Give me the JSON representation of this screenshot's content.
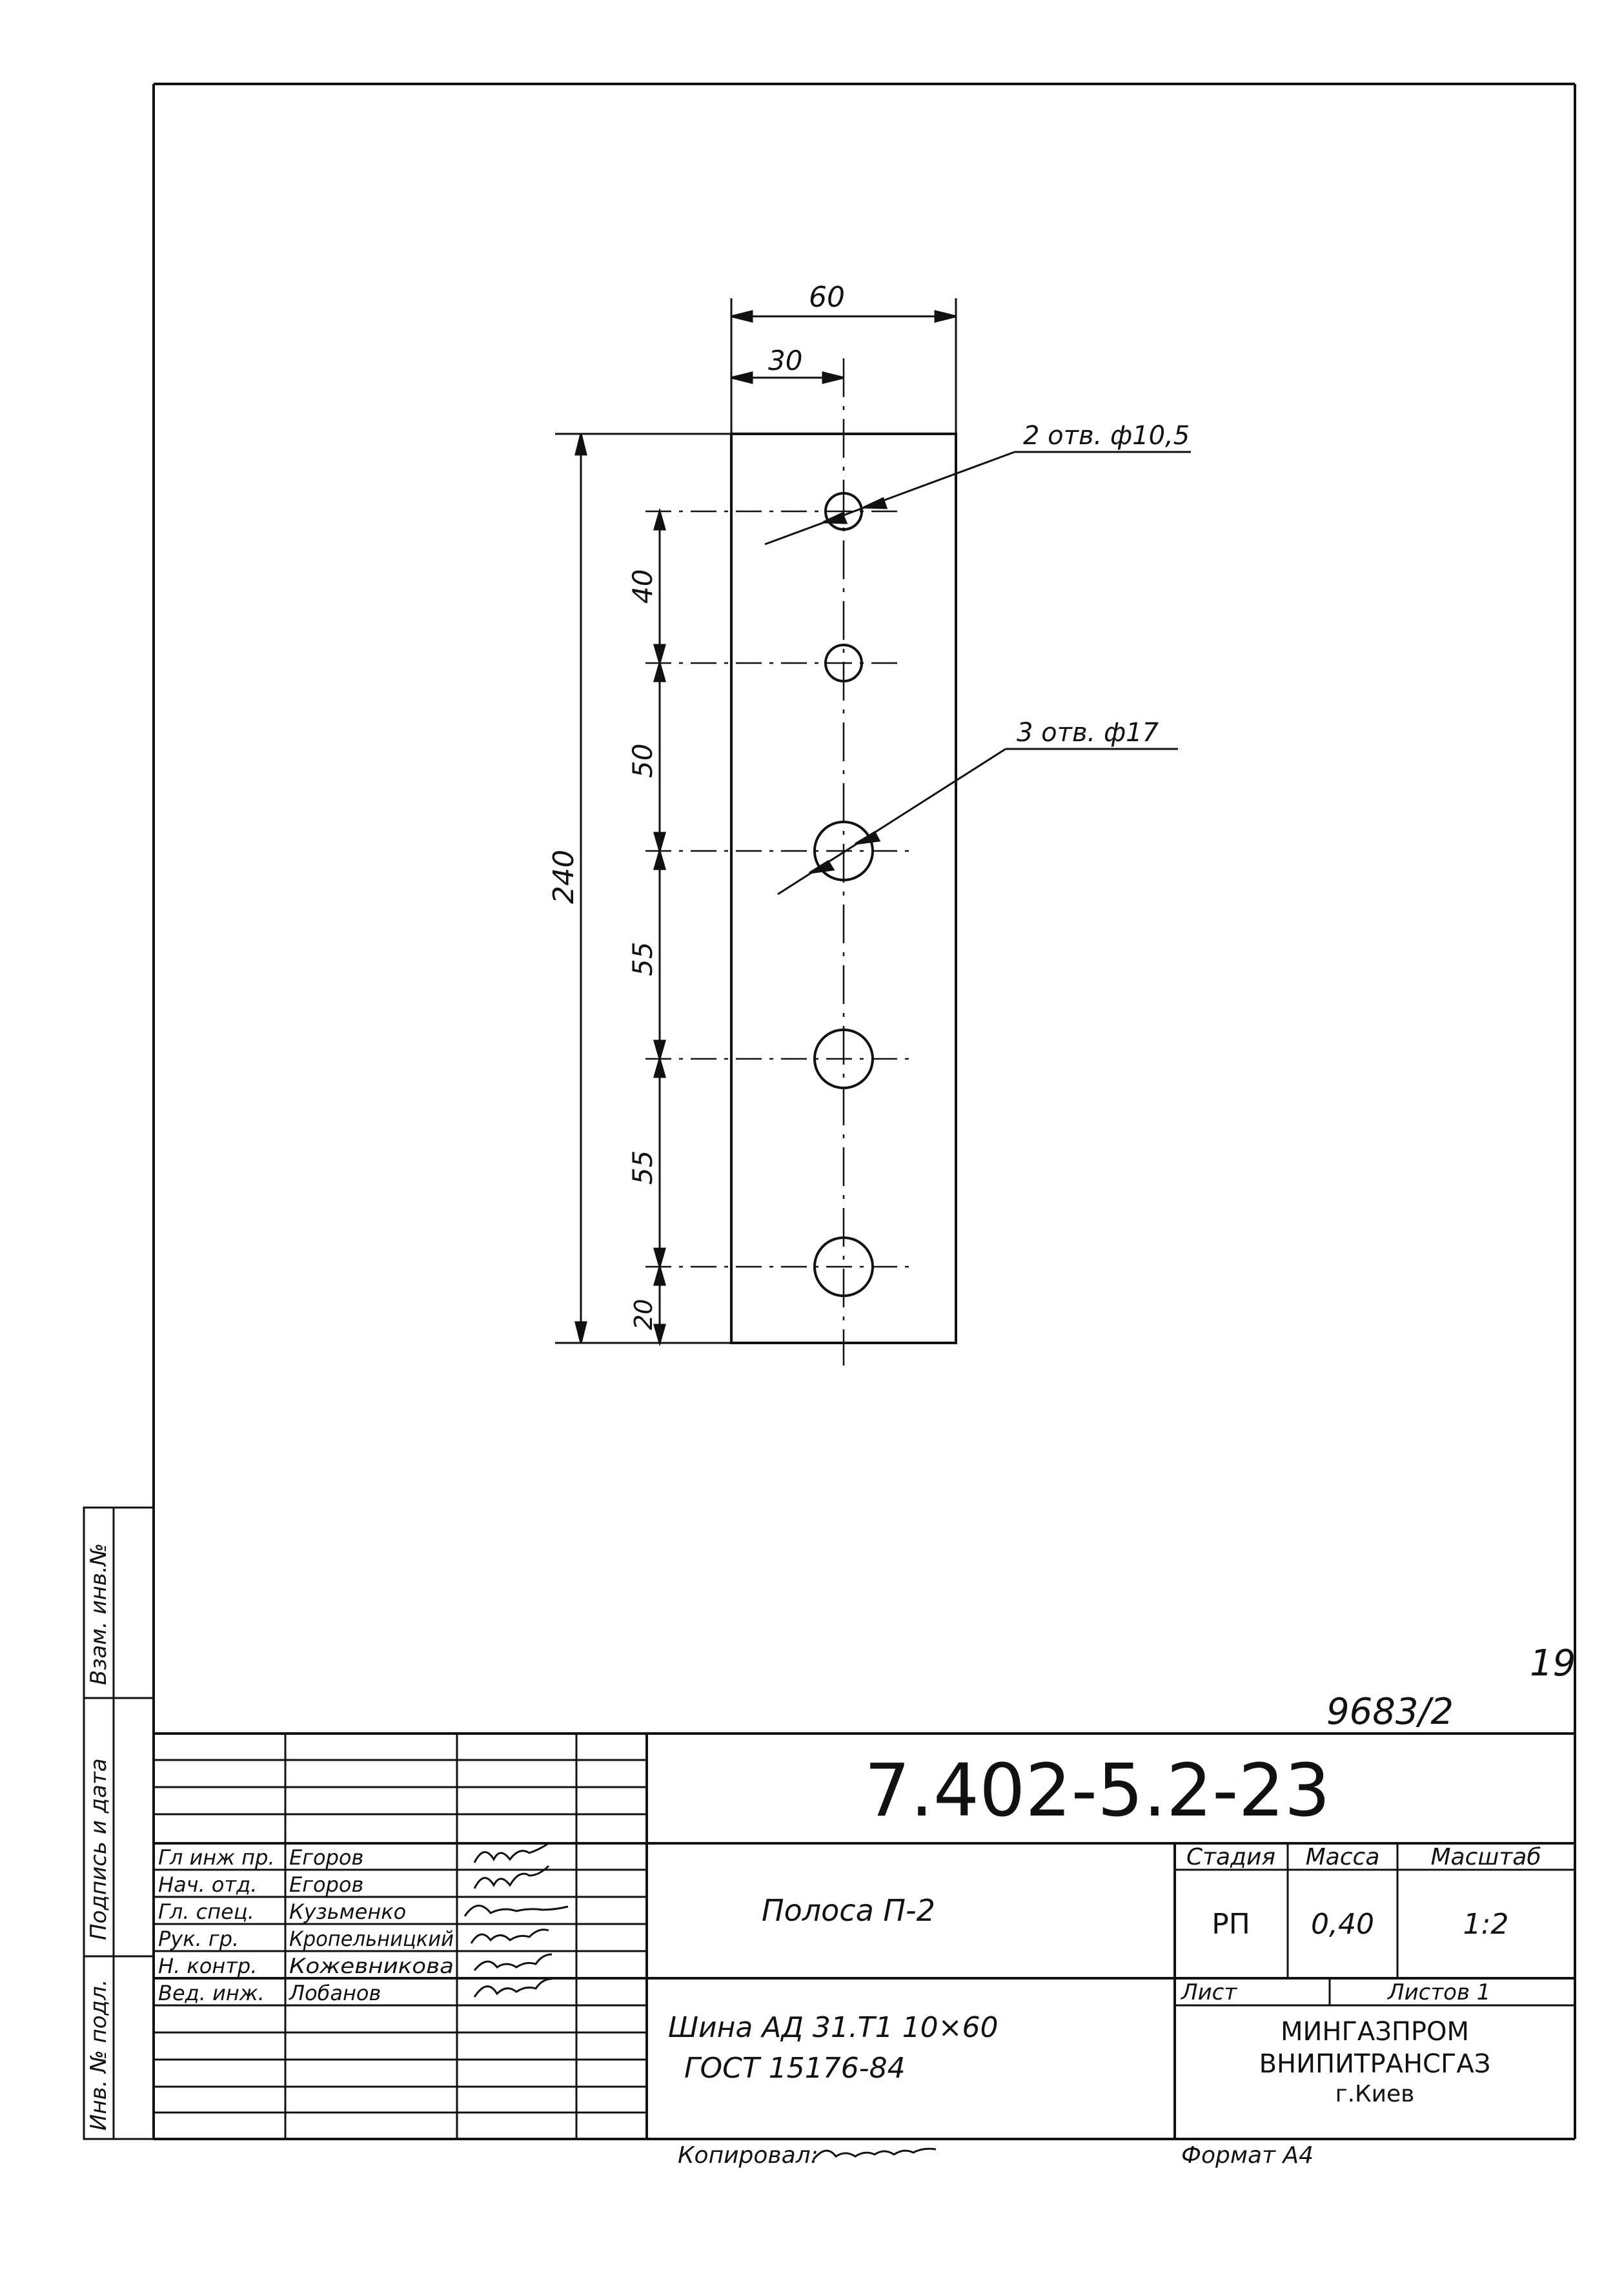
{
  "drawing": {
    "dim_width": "60",
    "dim_center": "30",
    "dim_length": "240",
    "spacings": [
      "40",
      "50",
      "55",
      "55",
      "20"
    ],
    "hole_callout_small": "2 отв. ф10,5",
    "hole_callout_large": "3 отв. ф17"
  },
  "side_stamps": {
    "vzam_inv": "Взам. инв.№",
    "podpis_data": "Подпись и дата",
    "inv_podl": "Инв. № подл."
  },
  "corner": {
    "sheet_number": "19",
    "archive_number": "9683/2"
  },
  "title_block": {
    "doc_code": "7.402-5.2-23",
    "roles": [
      {
        "role": "Гл инж пр.",
        "name": "Егоров"
      },
      {
        "role": "Нач. отд.",
        "name": "Егоров"
      },
      {
        "role": "Гл. спец.",
        "name": "Кузьменко"
      },
      {
        "role": "Рук. гр.",
        "name": "Кропельницкий"
      },
      {
        "role": "Н. контр.",
        "name": "Кожевникова"
      },
      {
        "role": "Вед. инж.",
        "name": "Лобанов"
      }
    ],
    "part_name": "Полоса П-2",
    "stage_header": "Стадия",
    "mass_header": "Масса",
    "scale_header": "Масштаб",
    "stage_value": "РП",
    "mass_value": "0,40",
    "scale_value": "1:2",
    "sheet_label": "Лист",
    "sheets_label": "Листов 1",
    "material_line1": "Шина АД 31.Т1 10×60",
    "material_line2": "ГОСТ 15176-84",
    "org_line1": "МИНГАЗПРОМ",
    "org_line2": "ВНИПИТРАНСГАЗ",
    "org_line3": "г.Киев"
  },
  "footer": {
    "copied_by": "Копировал:",
    "format": "Формат А4"
  }
}
